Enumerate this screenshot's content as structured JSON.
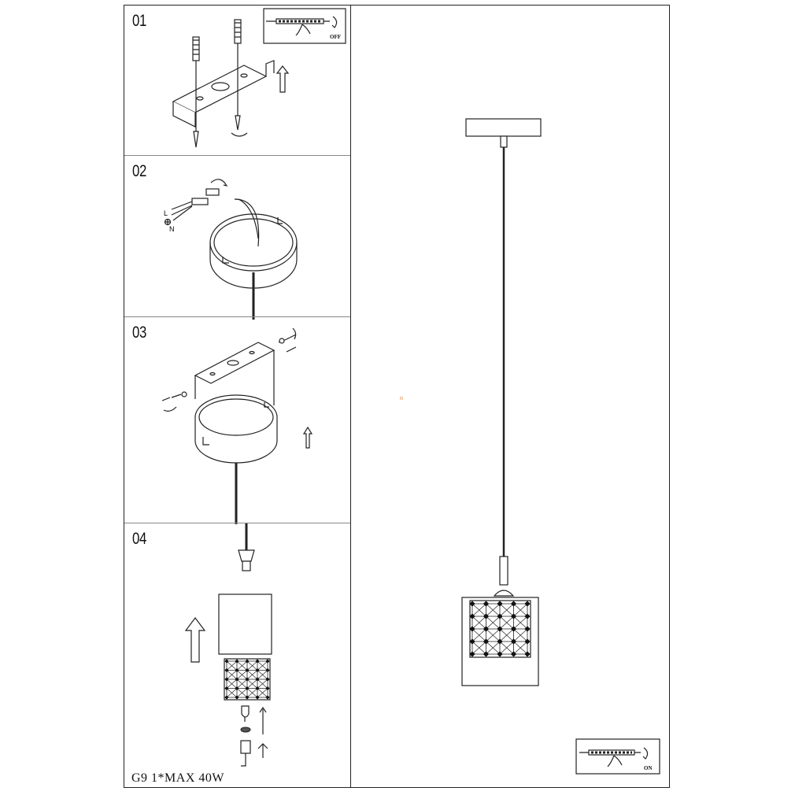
{
  "steps": [
    {
      "number": "01"
    },
    {
      "number": "02",
      "wire_labels": {
        "live": "L",
        "neutral": "N"
      }
    },
    {
      "number": "03"
    },
    {
      "number": "04"
    }
  ],
  "spec": "G9 1*MAX 40W",
  "power_switch": {
    "off_label": "OFF",
    "on_label": "ON"
  },
  "pendant_bulb_mark": "n"
}
